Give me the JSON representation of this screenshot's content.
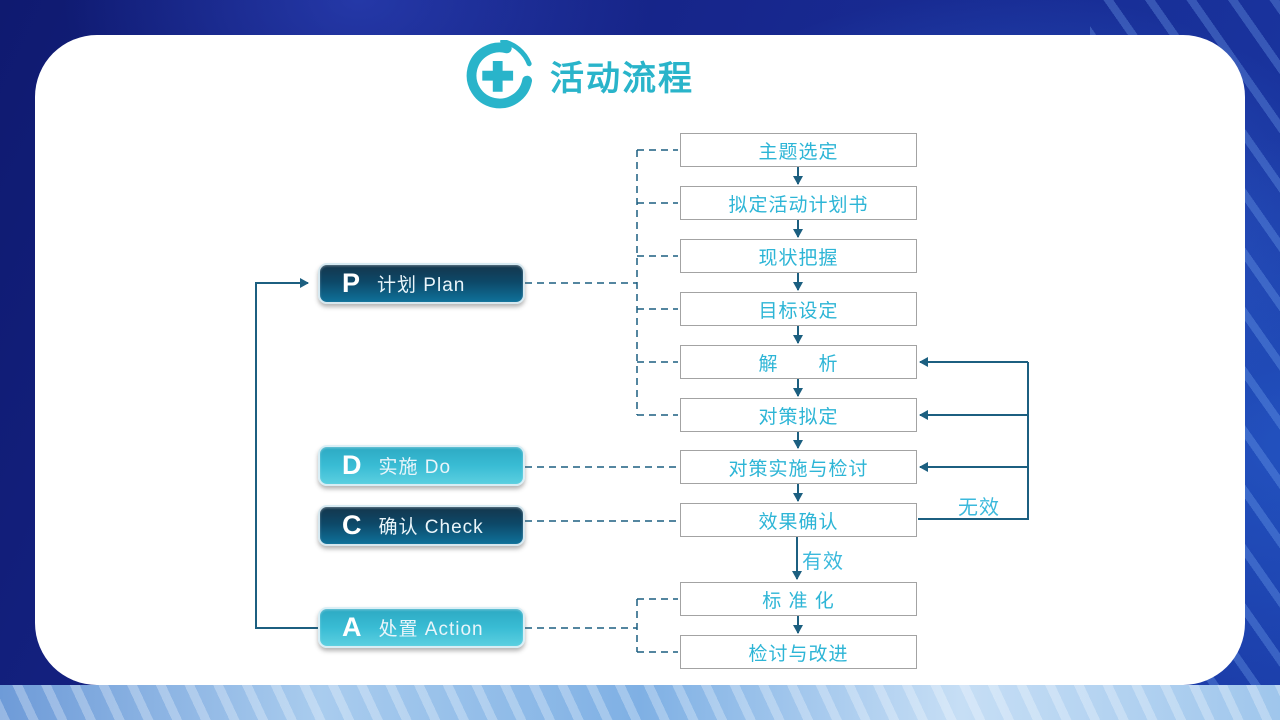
{
  "title": {
    "text": "活动流程"
  },
  "pdca": [
    {
      "letter": "P",
      "label": "计划 Plan",
      "variant": "dark"
    },
    {
      "letter": "D",
      "label": "实施 Do",
      "variant": "light"
    },
    {
      "letter": "C",
      "label": "确认 Check",
      "variant": "dark"
    },
    {
      "letter": "A",
      "label": "处置 Action",
      "variant": "light"
    }
  ],
  "flow": {
    "steps": [
      {
        "text": "主题选定"
      },
      {
        "text": "拟定活动计划书"
      },
      {
        "text": "现状把握"
      },
      {
        "text": "目标设定"
      },
      {
        "text": "解　　析"
      },
      {
        "text": "对策拟定"
      },
      {
        "text": "对策实施与检讨"
      },
      {
        "text": "效果确认"
      },
      {
        "text": "标 准 化"
      },
      {
        "text": "检讨与改进"
      }
    ],
    "branch_labels": {
      "ineffective": "无效",
      "effective": "有效"
    }
  },
  "colors": {
    "accent_cyan": "#29b4ca",
    "step_text": "#2db5d6",
    "step_border": "#a3a3a3",
    "connector": "#1c5f80",
    "button_dark_top": "#14364c",
    "button_dark_bottom": "#0f719a",
    "button_light_top": "#2da9c3",
    "button_light_bottom": "#5bcfe0"
  }
}
